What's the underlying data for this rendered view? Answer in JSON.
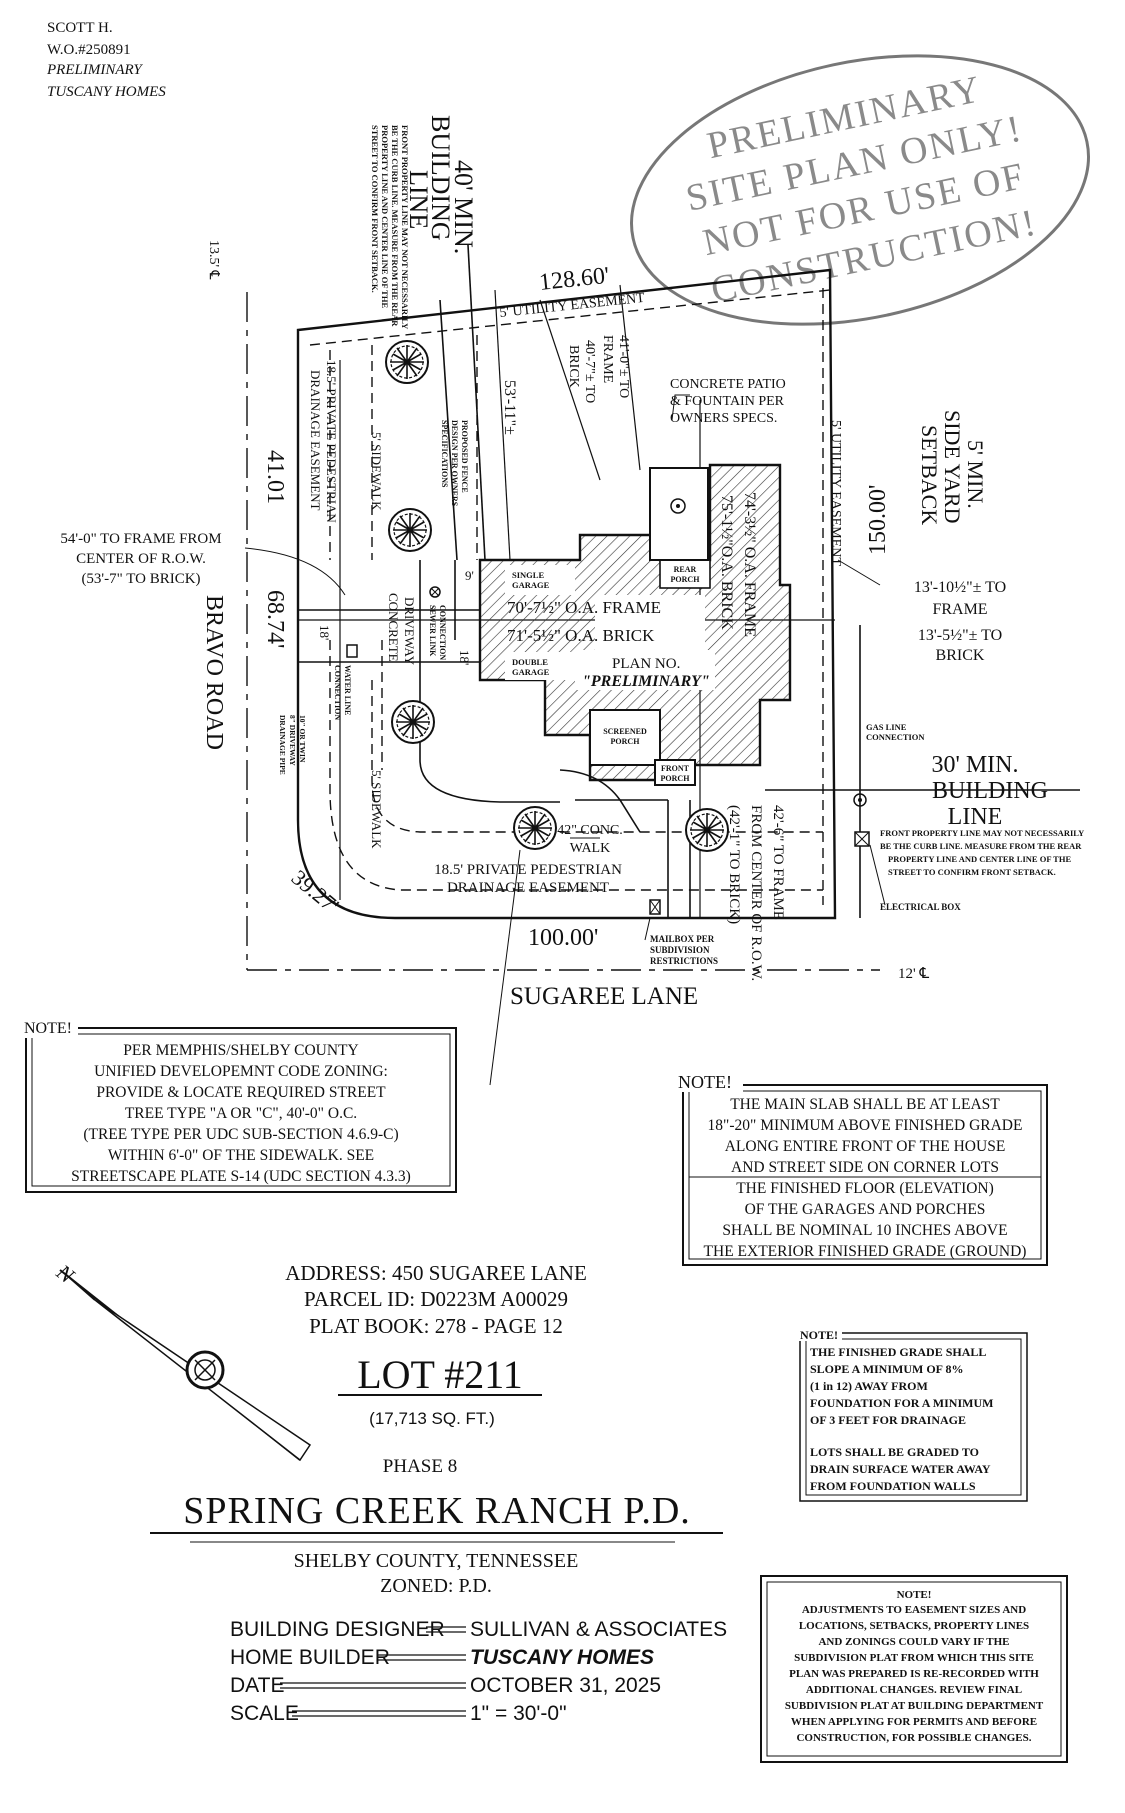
{
  "header": {
    "line1": "SCOTT H.",
    "line2": "W.O.#250891",
    "line3": "PRELIMINARY",
    "line4": "TUSCANY HOMES"
  },
  "stamp": {
    "line1": "PRELIMINARY",
    "line2": "SITE PLAN ONLY!",
    "line3": "NOT FOR USE OF",
    "line4": "CONSTRUCTION!"
  },
  "dimensions": {
    "top_property": "128.60'",
    "right_property": "150.00'",
    "left_upper": "41.01",
    "left_lower": "68.74'",
    "bottom_property": "100.00'",
    "corner_arc": "39.27'",
    "centerline_left": "13.5' ℄",
    "centerline_bottom": "12' ℄"
  },
  "labels": {
    "utility_easement_top": "5' UTILITY EASEMENT",
    "utility_easement_right": "5' UTILITY EASEMENT",
    "building_line_40": [
      "40' MIN.",
      "BUILDING",
      "LINE"
    ],
    "building_line_40_note": [
      "FRONT PROPERTY LINE MAY NOT NECESSARILY",
      "BE THE CURB LINE. MEASURE FROM THE REAR",
      "PROPERTY LINE AND CENTER LINE OF THE",
      "STREET TO CONFIRM FRONT SETBACK."
    ],
    "side_yard_setback": [
      "5' MIN.",
      "SIDE YARD",
      "SETBACK"
    ],
    "ped_easement_left": [
      "18.5' PRIVATE PEDESTRIAN",
      "DRAINAGE EASEMENT"
    ],
    "ped_easement_bottom": [
      "18.5' PRIVATE PEDESTRIAN",
      "DRAINAGE EASEMENT"
    ],
    "sidewalk_upper": "5' SIDEWALK",
    "sidewalk_lower": "5' SIDEWALK",
    "fence": [
      "PROPOSED FENCE",
      "DESIGN PER OWNERS",
      "SPECIFICATIONS"
    ],
    "frame_rear": [
      "41'-0\"± TO",
      "FRAME"
    ],
    "brick_rear": [
      "40'-7\"± TO",
      "BRICK"
    ],
    "dim_53": "53'-11\"±",
    "patio": [
      "CONCRETE PATIO",
      "& FOUNTAIN PER",
      "OWNERS SPECS."
    ],
    "to_frame_row": [
      "54'-0\" TO FRAME FROM",
      "CENTER OF R.O.W.",
      "(53'-7\" TO BRICK)"
    ],
    "road": "BRAVO ROAD",
    "driveway": [
      "CONCRETE",
      "DRIVEWAY"
    ],
    "sewer": [
      "SEWER LINK",
      "CONNECTION"
    ],
    "water": [
      "WATER LINE",
      "CONNECTION"
    ],
    "drain_pipe": [
      "10\" OR TWIN",
      "8\" DRIVEWAY",
      "DRAINAGE PIPE"
    ],
    "dim_18_a": "18'",
    "dim_18_b": "18'",
    "dim_9": "9'",
    "single_garage": [
      "SINGLE",
      "GARAGE"
    ],
    "double_garage": [
      "DOUBLE",
      "GARAGE"
    ],
    "rear_porch": [
      "REAR",
      "PORCH"
    ],
    "screened_porch": [
      "SCREENED",
      "PORCH"
    ],
    "front_porch": [
      "FRONT",
      "PORCH"
    ],
    "oa_frame_w": "70'-7½\" O.A. FRAME",
    "oa_brick_w": "71'-5½\" O.A. BRICK",
    "plan_no": "PLAN NO.",
    "plan_prelim": "\"PRELIMINARY\"",
    "oa_frame_d": "74'-3½\" O.A. FRAME",
    "oa_brick_d": "75'-1½\"O.A. BRICK",
    "side_frame": [
      "13'-10½\"± TO",
      "FRAME"
    ],
    "side_brick": [
      "13'-5½\"± TO",
      "BRICK"
    ],
    "gas": [
      "GAS LINE",
      "CONNECTION"
    ],
    "building_line_30": [
      "30' MIN.",
      "BUILDING",
      "LINE"
    ],
    "building_line_30_note": [
      "FRONT PROPERTY LINE MAY NOT NECESSARILY",
      "BE THE CURB LINE. MEASURE FROM THE REAR",
      "PROPERTY LINE AND CENTER LINE OF THE",
      "STREET TO CONFIRM FRONT SETBACK."
    ],
    "electrical": "ELECTRICAL BOX",
    "walk": [
      "42\" CONC.",
      "WALK"
    ],
    "front_frame": "42'-6\" TO FRAME",
    "front_center": "FROM CENTER OF R.O.W.",
    "front_brick": "(42'-1\" TO BRICK)",
    "mailbox": [
      "MAILBOX PER",
      "SUBDIVISION",
      "RESTRICTIONS"
    ],
    "street": "SUGAREE LANE"
  },
  "note_zoning": {
    "title": "NOTE!",
    "lines": [
      "PER MEMPHIS/SHELBY COUNTY",
      "UNIFIED DEVELOPEMNT CODE ZONING:",
      "PROVIDE & LOCATE REQUIRED STREET",
      "TREE TYPE \"A OR \"C\", 40'-0\" O.C.",
      "(TREE TYPE PER UDC SUB-SECTION 4.6.9-C)",
      "WITHIN 6'-0\" OF THE SIDEWALK. SEE",
      "STREETSCAPE PLATE S-14 (UDC SECTION 4.3.3)"
    ]
  },
  "note_slab": {
    "title": "NOTE!",
    "lines_a": [
      "THE MAIN SLAB SHALL BE AT LEAST",
      "18\"-20\" MINIMUM ABOVE FINISHED GRADE",
      "ALONG ENTIRE FRONT OF THE HOUSE",
      "AND STREET SIDE ON CORNER LOTS"
    ],
    "lines_b": [
      "THE FINISHED FLOOR (ELEVATION)",
      "OF THE GARAGES AND PORCHES",
      "SHALL BE NOMINAL 10 INCHES ABOVE",
      "THE EXTERIOR FINISHED GRADE (GROUND)"
    ]
  },
  "note_grade": {
    "title": "NOTE!",
    "lines_a": [
      "THE FINISHED GRADE SHALL",
      "SLOPE A MINIMUM OF 8%",
      "(1 in 12) AWAY FROM",
      "FOUNDATION FOR A MINIMUM",
      "OF 3 FEET FOR DRAINAGE"
    ],
    "lines_b": [
      "LOTS SHALL BE GRADED TO",
      "DRAIN SURFACE WATER AWAY",
      "FROM FOUNDATION WALLS"
    ]
  },
  "note_adjust": {
    "title": "NOTE!",
    "lines": [
      "ADJUSTMENTS TO EASEMENT SIZES AND",
      "LOCATIONS, SETBACKS, PROPERTY LINES",
      "AND ZONINGS COULD VARY IF THE",
      "SUBDIVISION PLAT FROM WHICH THIS SITE",
      "PLAN WAS PREPARED IS RE-RECORDED WITH",
      "ADDITIONAL CHANGES. REVIEW FINAL",
      "SUBDIVISION PLAT AT BUILDING DEPARTMENT",
      "WHEN APPLYING FOR PERMITS AND BEFORE",
      "CONSTRUCTION, FOR POSSIBLE CHANGES."
    ]
  },
  "title_block": {
    "address": "ADDRESS: 450 SUGAREE LANE",
    "parcel": "PARCEL ID: D0223M A00029",
    "plat": "PLAT BOOK: 278 - PAGE 12",
    "lot": "LOT #211",
    "area": "(17,713 SQ. FT.)",
    "phase": "PHASE 8",
    "subdivision": "SPRING CREEK RANCH P.D.",
    "county": "SHELBY COUNTY, TENNESSEE",
    "zoned": "ZONED: P.D.",
    "designer_label": "BUILDING DESIGNER",
    "designer_value": "SULLIVAN & ASSOCIATES",
    "builder_label": "HOME BUILDER",
    "builder_value": "TUSCANY HOMES",
    "date_label": "DATE",
    "date_value": "OCTOBER 31, 2025",
    "scale_label": "SCALE",
    "scale_value": "1\" = 30'-0\""
  },
  "north_arrow": {
    "label": "N"
  },
  "icons": [
    "tree-icon",
    "north-arrow-icon",
    "fountain-icon",
    "electrical-box-icon",
    "gas-valve-icon"
  ]
}
